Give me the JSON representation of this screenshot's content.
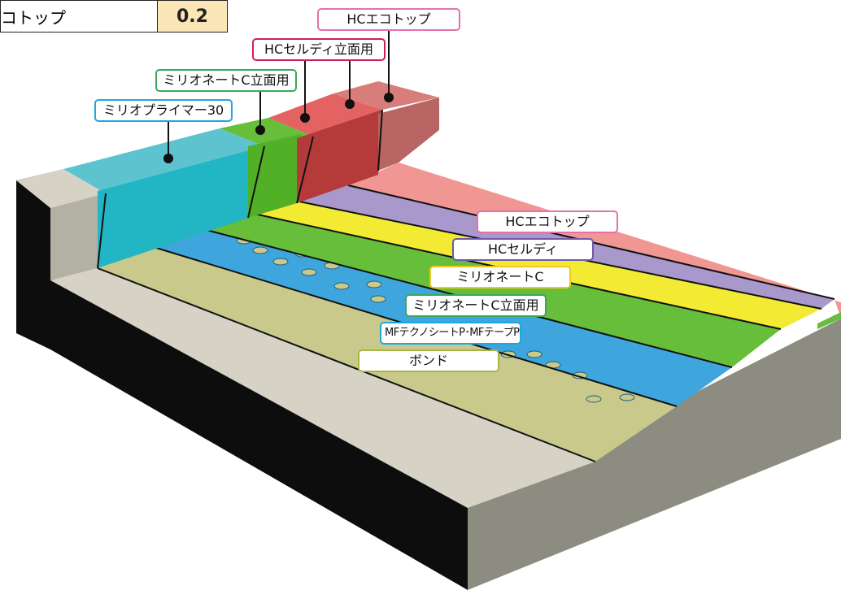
{
  "table": {
    "name": "コトップ",
    "value": "0.2"
  },
  "labels": {
    "hc_ecotop_top": "HCエコトップ",
    "hc_seldy_wall": "HCセルディ立面用",
    "milionet_c_wall_top": "ミリオネートC立面用",
    "milio_primer": "ミリオプライマー30",
    "hc_ecotop": "HCエコトップ",
    "hc_seldy": "HCセルディ",
    "milionet_c": "ミリオネートC",
    "milionet_c_wall": "ミリオネートC立面用",
    "mf_sheet": "MFテクノシートP･MFテープPM",
    "bond": "ボンド"
  },
  "colors": {
    "concrete_top": "#d6d3c6",
    "concrete_side": "#8d8c80",
    "concrete_dark": "#0d0d0d",
    "bond": "#c8c98a",
    "mf_sheet": "#3fa6dd",
    "milionet_c_wall": "#66be3a",
    "milionet_c": "#f3ea34",
    "hc_seldy": "#a898cb",
    "hc_ecotop": "#f09693",
    "primer": "#5cc3cf",
    "seldy_wall": "#dd5353",
    "ecotop_wall": "#d77e7b",
    "border_pink": "#e472a8",
    "border_red": "#d21f52",
    "border_green": "#3aa85a",
    "border_blue": "#1ea8de",
    "border_purple": "#6e58a7",
    "border_yellow": "#f2c81f",
    "border_olive": "#a8b44a"
  }
}
